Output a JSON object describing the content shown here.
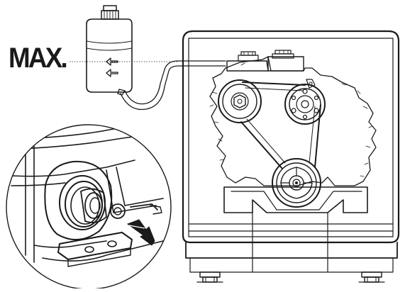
{
  "figure": {
    "level_mark": "MAX.",
    "colors": {
      "line": "#1a1a1a",
      "background": "#ffffff",
      "fill": "#ffffff"
    },
    "parts": [
      "coolant-expansion-tank",
      "overflow-hose",
      "engine-block",
      "alternator-pulley",
      "water-pump-pulley",
      "crankshaft-pulley",
      "v-belt",
      "engine-enclosure",
      "drain-detail-magnifier",
      "arrow-indicator"
    ]
  }
}
